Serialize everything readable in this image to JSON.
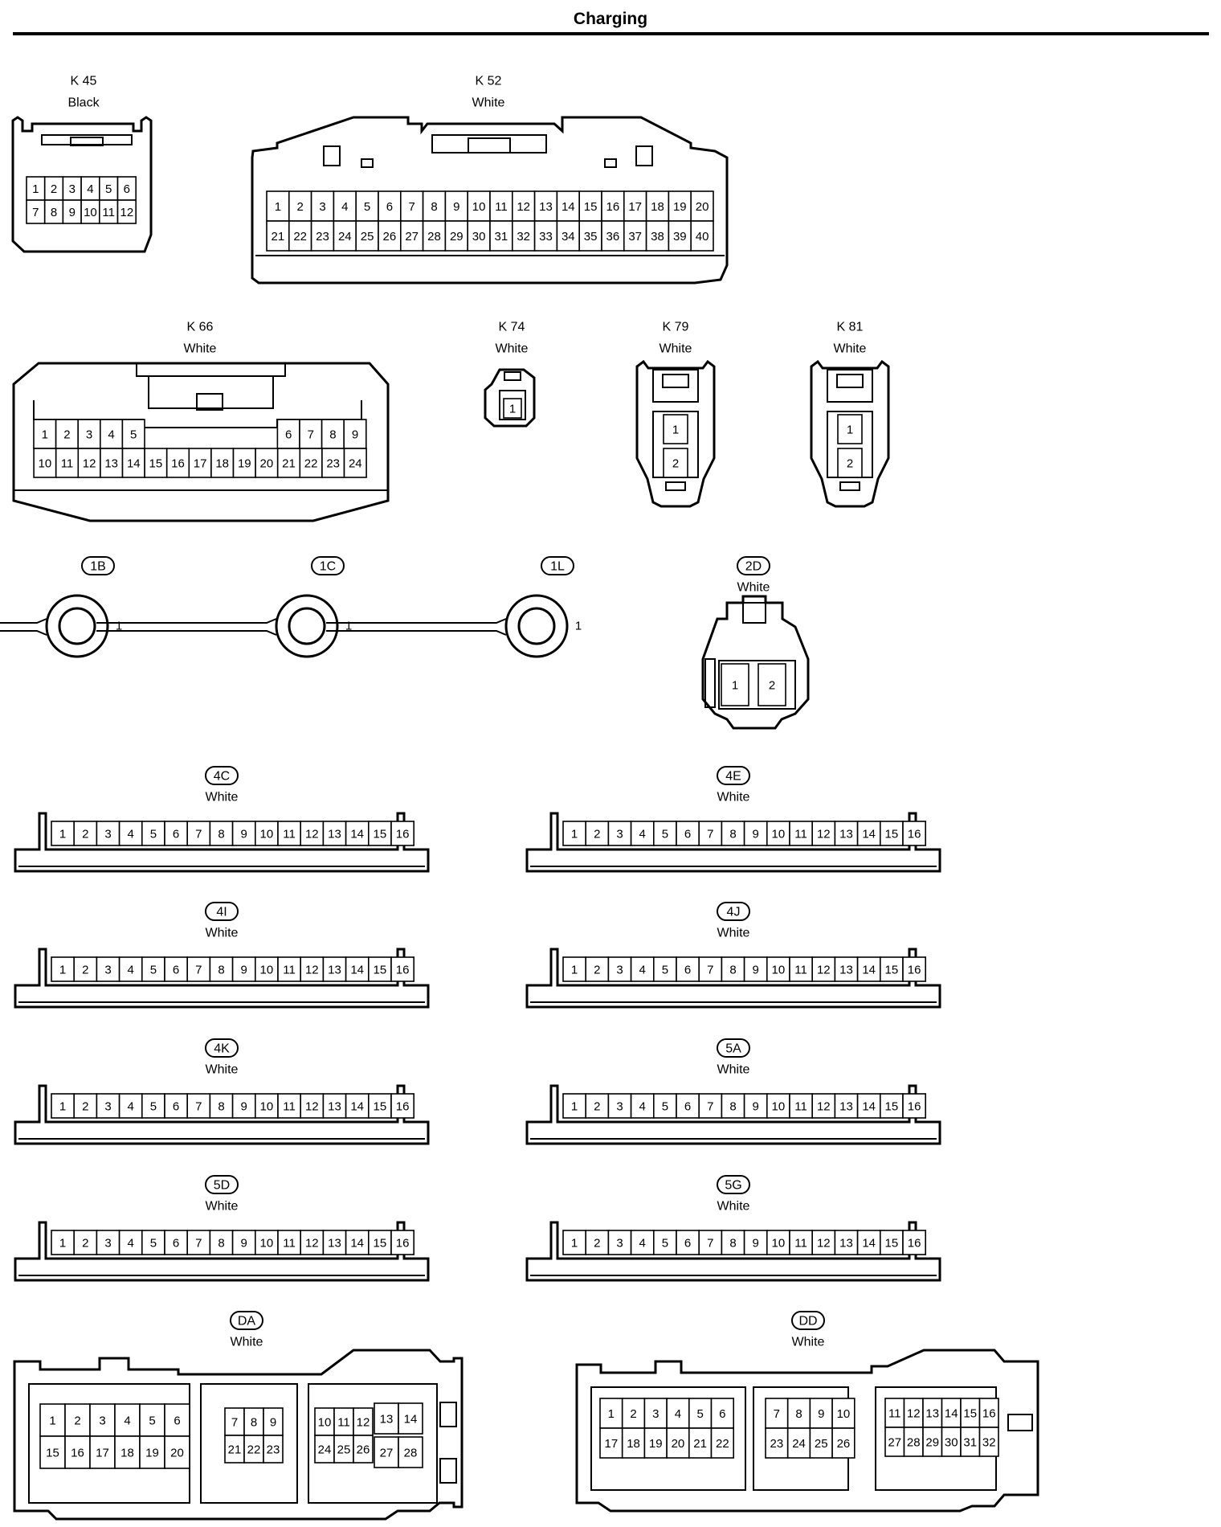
{
  "page": {
    "title": "Charging"
  },
  "connectors": [
    {
      "id": "K 45",
      "color": "Black",
      "pins": 12
    },
    {
      "id": "K 52",
      "color": "White",
      "pins": 40
    },
    {
      "id": "K 66",
      "color": "White",
      "pins": 24
    },
    {
      "id": "K 74",
      "color": "White",
      "pins": 1
    },
    {
      "id": "K 79",
      "color": "White",
      "pins": 2
    },
    {
      "id": "K 81",
      "color": "White",
      "pins": 2
    },
    {
      "id": "1B",
      "color": "",
      "pins": 1
    },
    {
      "id": "1C",
      "color": "",
      "pins": 1
    },
    {
      "id": "1L",
      "color": "",
      "pins": 1
    },
    {
      "id": "2D",
      "color": "White",
      "pins": 2
    },
    {
      "id": "4C",
      "color": "White",
      "pins": 16
    },
    {
      "id": "4E",
      "color": "White",
      "pins": 16
    },
    {
      "id": "4I",
      "color": "White",
      "pins": 16
    },
    {
      "id": "4J",
      "color": "White",
      "pins": 16
    },
    {
      "id": "4K",
      "color": "White",
      "pins": 16
    },
    {
      "id": "5A",
      "color": "White",
      "pins": 16
    },
    {
      "id": "5D",
      "color": "White",
      "pins": 16
    },
    {
      "id": "5G",
      "color": "White",
      "pins": 16
    },
    {
      "id": "DA",
      "color": "White",
      "pins": 28
    },
    {
      "id": "DD",
      "color": "White",
      "pins": 32
    }
  ],
  "colors": {
    "line": "#000000",
    "background": "#ffffff"
  }
}
